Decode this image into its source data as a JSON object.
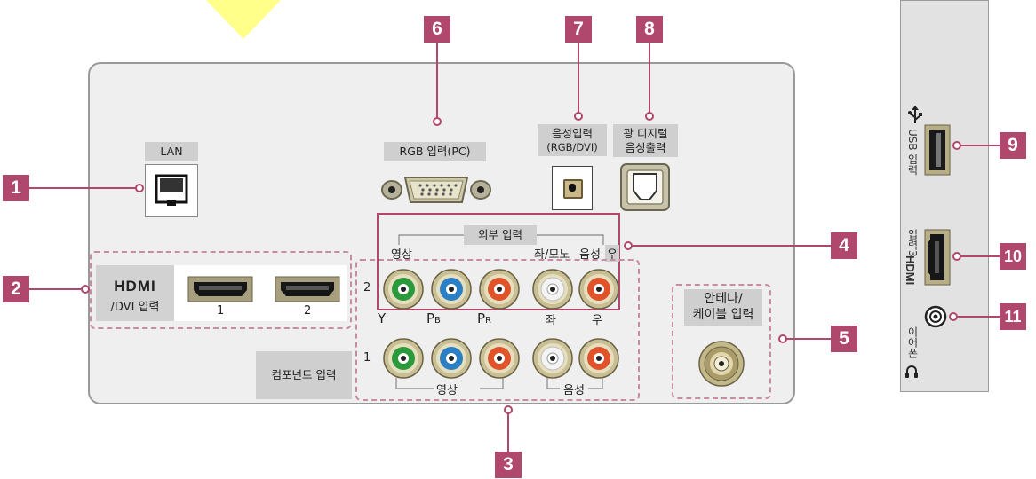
{
  "badges": [
    "1",
    "2",
    "3",
    "4",
    "5",
    "6",
    "7",
    "8",
    "9",
    "10",
    "11"
  ],
  "lan": {
    "label": "LAN"
  },
  "hdmi": {
    "brand": "HDMI",
    "label": "/DVI 입력",
    "port1": "1",
    "port2": "2"
  },
  "rgb": {
    "label": "RGB 입력(PC)"
  },
  "audio_in": {
    "line1": "음성입력",
    "line2": "(RGB/DVI)"
  },
  "optical": {
    "line1": "광  디지털",
    "line2": "음성출력"
  },
  "external": {
    "title": "외부 입력",
    "video": "영상",
    "left_mono": "좌/모노",
    "audio": "음성",
    "right": "우"
  },
  "component": {
    "title": "컴포넌트 입력",
    "row2": "2",
    "row1": "1",
    "y": "Y",
    "pb_main": "P",
    "pb_sub": "B",
    "pr_main": "P",
    "pr_sub": "R",
    "left": "좌",
    "right": "우",
    "video_group": "영상",
    "audio_group": "음성"
  },
  "antenna": {
    "line1": "안테나/",
    "line2": "케이블 입력"
  },
  "side": {
    "usb": "USB 입력",
    "hdmi_brand": "HDMI",
    "hdmi_label": "입력3",
    "earphone": "이어폰"
  },
  "colors": {
    "badge": "#b0476c",
    "green": "#2b9a3c",
    "blue": "#2b7fc4",
    "red": "#e0522a",
    "white": "#f4f4f4"
  }
}
